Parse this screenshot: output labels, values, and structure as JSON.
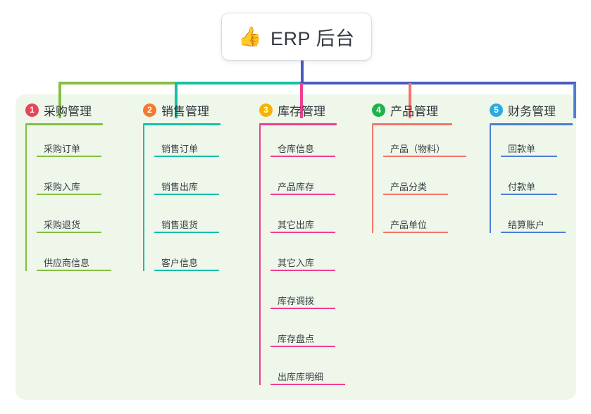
{
  "root": {
    "icon": "thumbs-up-icon",
    "emoji": "👍",
    "title": "ERP 后台"
  },
  "connector_colors": {
    "stem": "#4a5bbf",
    "bus_green": "#84bf41",
    "bus_teal": "#17bfa8",
    "bus_indigo": "#4a5bbf"
  },
  "panel": {
    "background": "#eef7e9"
  },
  "columns": [
    {
      "number": "1",
      "title": "采购管理",
      "badge_color": "#e8455a",
      "line_color": "#84bf41",
      "items": [
        {
          "label": "采购订单"
        },
        {
          "label": "采购入库"
        },
        {
          "label": "采购退货"
        },
        {
          "label": "供应商信息"
        }
      ]
    },
    {
      "number": "2",
      "title": "销售管理",
      "badge_color": "#f07b31",
      "line_color": "#17bfa8",
      "items": [
        {
          "label": "销售订单"
        },
        {
          "label": "销售出库"
        },
        {
          "label": "销售退货"
        },
        {
          "label": "客户信息"
        }
      ]
    },
    {
      "number": "3",
      "title": "库存管理",
      "badge_color": "#f5b400",
      "line_color": "#ef3f8f",
      "items": [
        {
          "label": "仓库信息"
        },
        {
          "label": "产品库存"
        },
        {
          "label": "其它出库"
        },
        {
          "label": "其它入库"
        },
        {
          "label": "库存调拨"
        },
        {
          "label": "库存盘点"
        },
        {
          "label": "出库库明细"
        }
      ]
    },
    {
      "number": "4",
      "title": "产品管理",
      "badge_color": "#22b24c",
      "line_color": "#f4756b",
      "items": [
        {
          "label": "产品（物料）"
        },
        {
          "label": "产品分类"
        },
        {
          "label": "产品单位"
        }
      ]
    },
    {
      "number": "5",
      "title": "财务管理",
      "badge_color": "#29abe2",
      "line_color": "#4a7fd4",
      "items": [
        {
          "label": "回款单"
        },
        {
          "label": "付款单"
        },
        {
          "label": "结算账户"
        }
      ]
    }
  ]
}
